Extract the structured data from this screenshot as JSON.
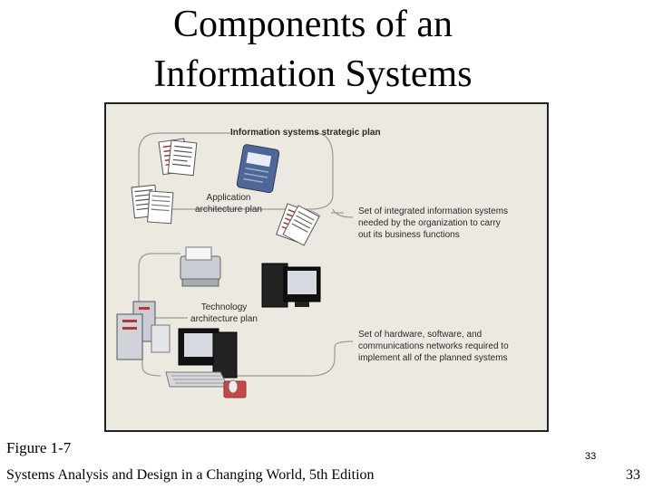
{
  "slide": {
    "title_line1": "Components of an",
    "title_line2": "Information Systems"
  },
  "figure": {
    "heading": "Information systems strategic plan",
    "app_plan": [
      "Application",
      "architecture plan"
    ],
    "app_desc": [
      "Set of integrated information systems",
      "needed by the organization to carry",
      "out its business functions"
    ],
    "tech_plan": [
      "Technology",
      "architecture plan"
    ],
    "tech_desc": [
      "Set of hardware, software, and",
      "communications networks required to",
      "implement all of the planned systems"
    ],
    "icons": [
      "document-stack-icon",
      "planner-icon",
      "printer-icon",
      "desktop-computer-icon",
      "server-rack-icon",
      "keyboard-icon",
      "mouse-icon"
    ]
  },
  "caption": "Figure 1-7",
  "footer": "Systems Analysis and Design in a Changing World, 5th Edition",
  "page_number_small": "33",
  "page_number": "33"
}
